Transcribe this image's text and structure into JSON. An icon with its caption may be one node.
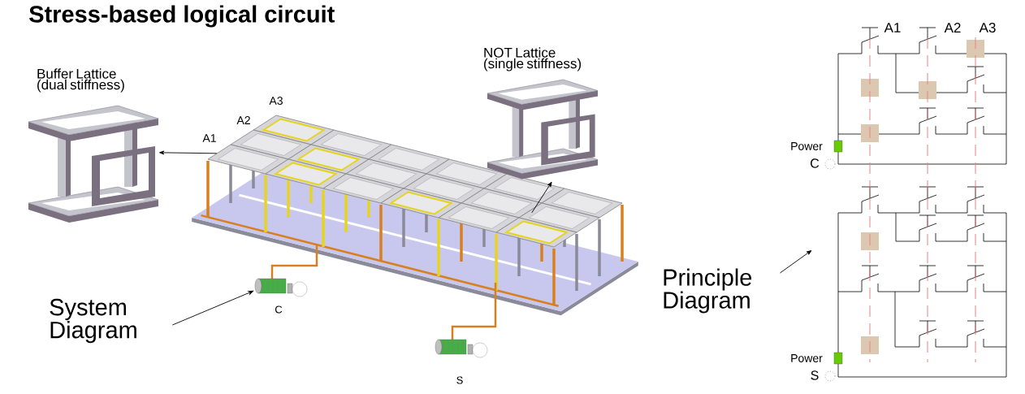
{
  "diagram": {
    "title": "Stress-based logical circuit",
    "nodes": [
      {
        "text": [
          "Buffer Lattice (dual stiffness)"
        ]
      },
      {
        "text": [
          "NOT Lattice (single stiffness)"
        ]
      },
      {
        "text": [],
        "shape": "picture"
      },
      {
        "text": [
          "System Diagram"
        ]
      },
      {
        "text": [],
        "shape": "picture"
      },
      {
        "text": [
          "Principle Diagram"
        ]
      }
    ],
    "edges": [
      {
        "from": 2,
        "to": 0,
        "arrow": "to"
      },
      {
        "from": 2,
        "to": 1,
        "arrow": "to"
      },
      {
        "from": 3,
        "to": 2,
        "arrow": "to"
      },
      {
        "from": 5,
        "to": 4,
        "arrow": "to"
      }
    ],
    "labels": [
      "A3",
      "A2",
      "A1",
      "C",
      "S",
      "A1",
      "A2",
      "A3",
      "Power",
      "C",
      "Power",
      "S"
    ]
  }
}
